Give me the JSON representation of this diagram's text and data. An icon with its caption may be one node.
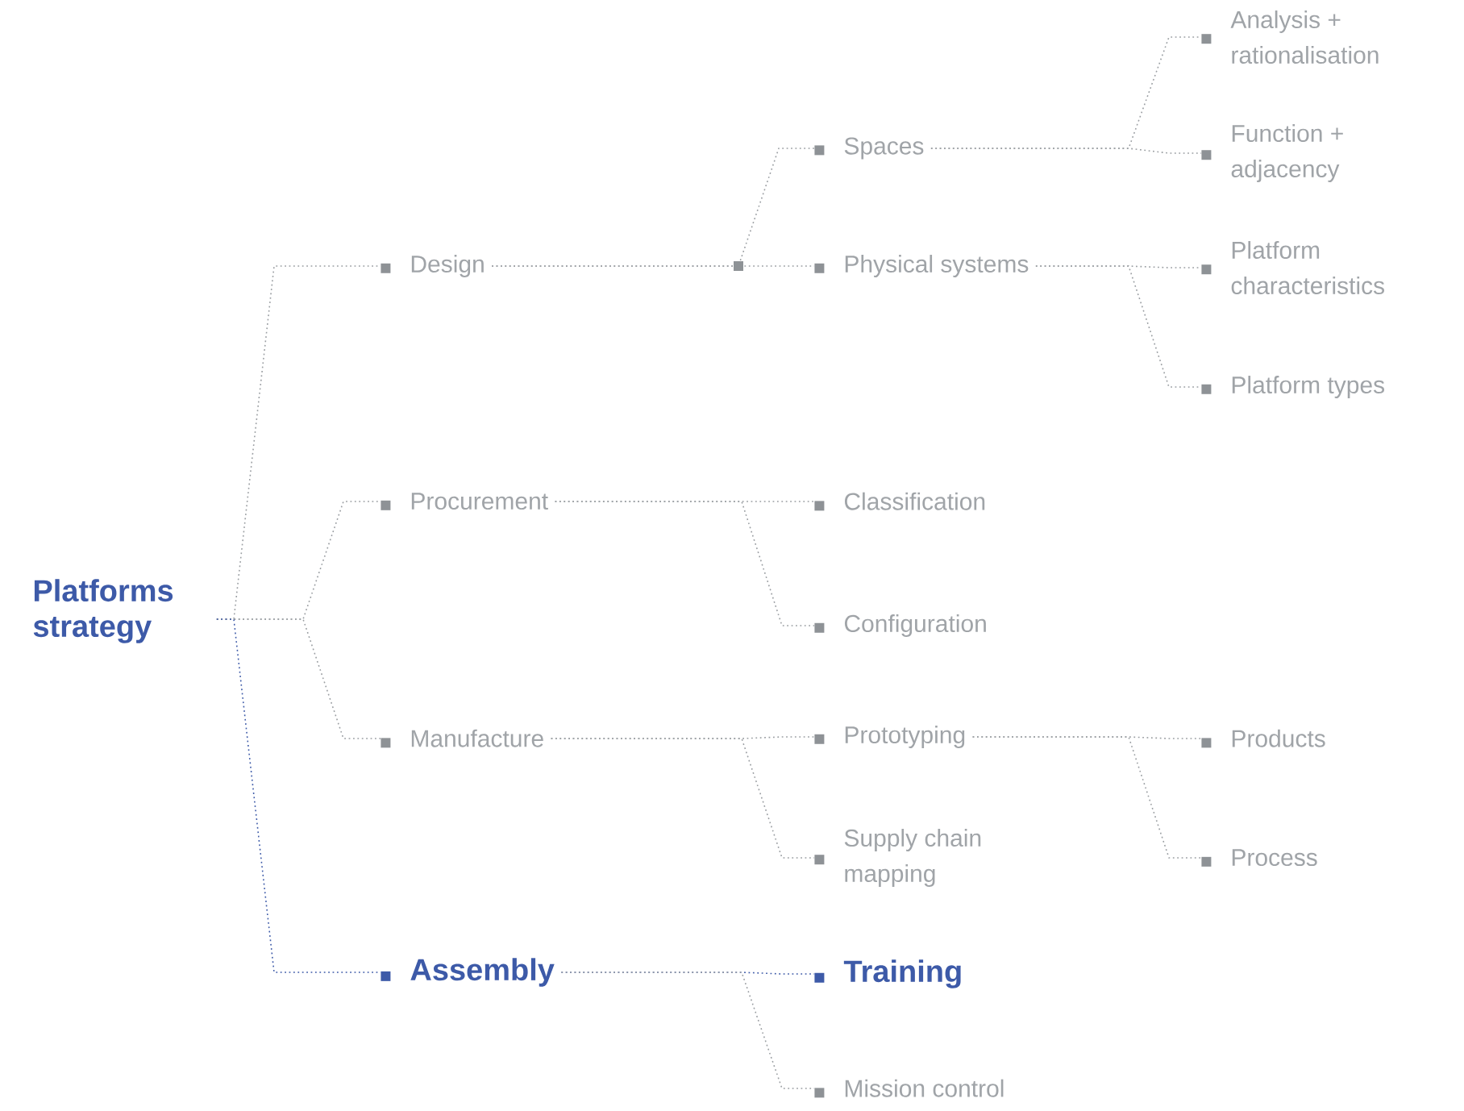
{
  "diagram": {
    "nodes": [
      {
        "text": [
          "Platforms strategy"
        ]
      },
      {
        "text": [
          "Design"
        ]
      },
      {
        "text": [
          "Procurement"
        ]
      },
      {
        "text": [
          "Manufacture"
        ]
      },
      {
        "text": [
          "Assembly"
        ]
      },
      {
        "text": [
          "Spaces"
        ]
      },
      {
        "text": [
          "Physical systems"
        ]
      },
      {
        "text": [
          "Analysis + rationalisation"
        ]
      },
      {
        "text": [
          "Function + adjacency"
        ]
      },
      {
        "text": [
          "Platform characteristics"
        ]
      },
      {
        "text": [
          "Platform types"
        ]
      },
      {
        "text": [
          "Classification"
        ]
      },
      {
        "text": [
          "Configuration"
        ]
      },
      {
        "text": [
          "Prototyping"
        ]
      },
      {
        "text": [
          "Supply chain mapping"
        ]
      },
      {
        "text": [
          "Products"
        ]
      },
      {
        "text": [
          "Process"
        ]
      },
      {
        "text": [
          "Training"
        ]
      },
      {
        "text": [
          "Mission control"
        ]
      }
    ],
    "edges": [
      {
        "from": 0,
        "to": 1,
        "arrow": "none"
      },
      {
        "from": 0,
        "to": 2,
        "arrow": "none"
      },
      {
        "from": 0,
        "to": 3,
        "arrow": "none"
      },
      {
        "from": 0,
        "to": 4,
        "arrow": "none",
        "color": "#3d5aa8"
      },
      {
        "from": 1,
        "to": 5,
        "arrow": "none"
      },
      {
        "from": 1,
        "to": 6,
        "arrow": "none"
      },
      {
        "from": 5,
        "to": 7,
        "arrow": "none"
      },
      {
        "from": 5,
        "to": 8,
        "arrow": "none"
      },
      {
        "from": 6,
        "to": 9,
        "arrow": "none"
      },
      {
        "from": 6,
        "to": 10,
        "arrow": "none"
      },
      {
        "from": 2,
        "to": 11,
        "arrow": "none"
      },
      {
        "from": 2,
        "to": 12,
        "arrow": "none"
      },
      {
        "from": 3,
        "to": 13,
        "arrow": "none"
      },
      {
        "from": 3,
        "to": 14,
        "arrow": "none"
      },
      {
        "from": 13,
        "to": 15,
        "arrow": "none"
      },
      {
        "from": 13,
        "to": 16,
        "arrow": "none"
      },
      {
        "from": 4,
        "to": 17,
        "arrow": "none",
        "color": "#3d5aa8"
      },
      {
        "from": 4,
        "to": 18,
        "arrow": "none"
      }
    ]
  }
}
